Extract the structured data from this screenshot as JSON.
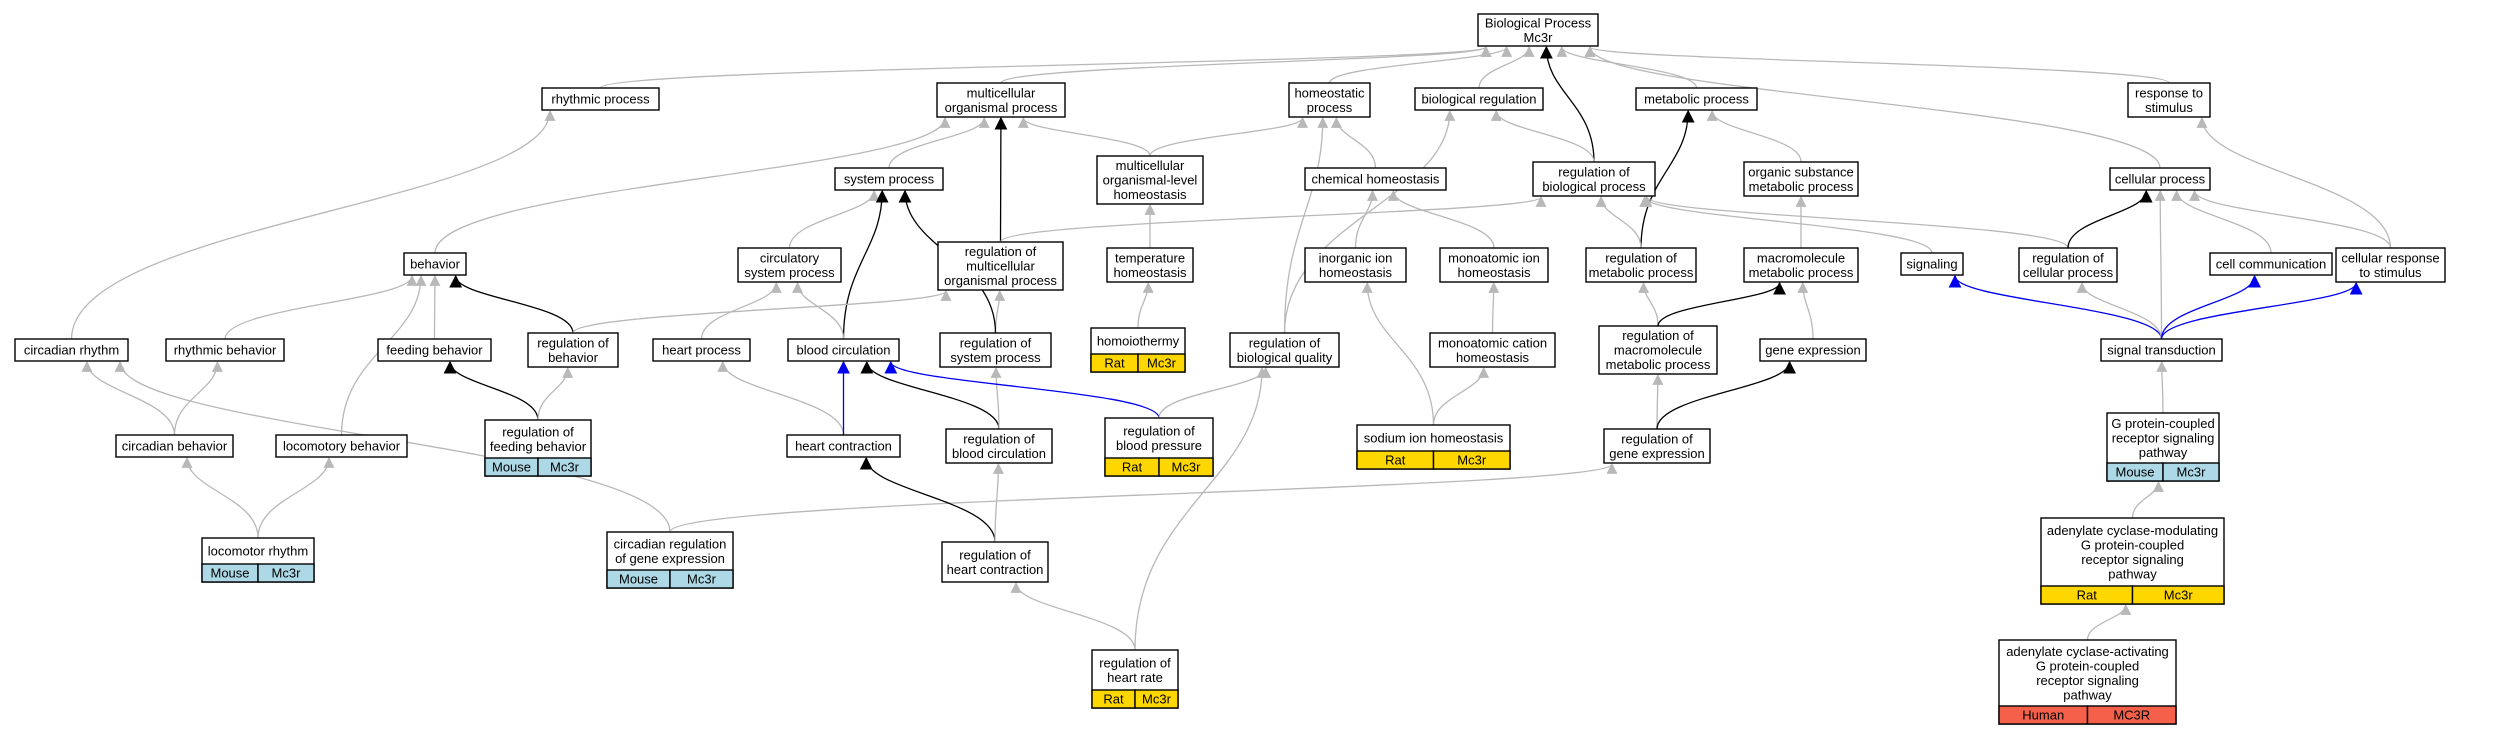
{
  "colors": {
    "gray_edge": "#b8b8b8",
    "black_edge": "#000000",
    "blue_edge": "#0000ee",
    "rat": "#ffd700",
    "mouse": "#add8e6",
    "human": "#f4604a"
  },
  "nodes": [
    {
      "id": "bp",
      "lines": [
        "Biological Process",
        "Mc3r"
      ]
    },
    {
      "id": "rhythmic_process",
      "lines": [
        "rhythmic process"
      ]
    },
    {
      "id": "multicellular_organismal_process",
      "lines": [
        "multicellular",
        "organismal process"
      ]
    },
    {
      "id": "homeostatic_process",
      "lines": [
        "homeostatic",
        "process"
      ]
    },
    {
      "id": "biological_regulation",
      "lines": [
        "biological regulation"
      ]
    },
    {
      "id": "metabolic_process",
      "lines": [
        "metabolic process"
      ]
    },
    {
      "id": "response_to_stimulus",
      "lines": [
        "response to",
        "stimulus"
      ]
    },
    {
      "id": "system_process",
      "lines": [
        "system process"
      ]
    },
    {
      "id": "multicellular_organismal_level_homeostasis",
      "lines": [
        "multicellular",
        "organismal-level",
        "homeostasis"
      ]
    },
    {
      "id": "chemical_homeostasis",
      "lines": [
        "chemical homeostasis"
      ]
    },
    {
      "id": "regulation_of_biological_process",
      "lines": [
        "regulation of",
        "biological process"
      ]
    },
    {
      "id": "organic_substance_metabolic_process",
      "lines": [
        "organic substance",
        "metabolic process"
      ]
    },
    {
      "id": "cellular_process",
      "lines": [
        "cellular process"
      ]
    },
    {
      "id": "behavior",
      "lines": [
        "behavior"
      ]
    },
    {
      "id": "circulatory_system_process",
      "lines": [
        "circulatory",
        "system process"
      ]
    },
    {
      "id": "regulation_of_multicellular_organismal_process",
      "lines": [
        "regulation of",
        "multicellular",
        "organismal process"
      ]
    },
    {
      "id": "temperature_homeostasis",
      "lines": [
        "temperature",
        "homeostasis"
      ]
    },
    {
      "id": "inorganic_ion_homeostasis",
      "lines": [
        "inorganic ion",
        "homeostasis"
      ]
    },
    {
      "id": "monoatomic_ion_homeostasis",
      "lines": [
        "monoatomic ion",
        "homeostasis"
      ]
    },
    {
      "id": "regulation_of_metabolic_process",
      "lines": [
        "regulation of",
        "metabolic process"
      ]
    },
    {
      "id": "macromolecule_metabolic_process",
      "lines": [
        "macromolecule",
        "metabolic process"
      ]
    },
    {
      "id": "signaling",
      "lines": [
        "signaling"
      ]
    },
    {
      "id": "regulation_of_cellular_process",
      "lines": [
        "regulation of",
        "cellular process"
      ]
    },
    {
      "id": "cell_communication",
      "lines": [
        "cell communication"
      ]
    },
    {
      "id": "cellular_response_to_stimulus",
      "lines": [
        "cellular response",
        "to stimulus"
      ]
    },
    {
      "id": "circadian_rhythm",
      "lines": [
        "circadian rhythm"
      ]
    },
    {
      "id": "rhythmic_behavior",
      "lines": [
        "rhythmic behavior"
      ]
    },
    {
      "id": "feeding_behavior",
      "lines": [
        "feeding behavior"
      ]
    },
    {
      "id": "regulation_of_behavior",
      "lines": [
        "regulation of",
        "behavior"
      ]
    },
    {
      "id": "heart_process",
      "lines": [
        "heart process"
      ]
    },
    {
      "id": "blood_circulation",
      "lines": [
        "blood circulation"
      ]
    },
    {
      "id": "regulation_of_system_process",
      "lines": [
        "regulation of",
        "system process"
      ]
    },
    {
      "id": "homoiothermy",
      "lines": [
        "homoiothermy"
      ],
      "tags": [
        {
          "species": "Rat",
          "gene": "Mc3r"
        }
      ]
    },
    {
      "id": "regulation_of_biological_quality",
      "lines": [
        "regulation of",
        "biological quality"
      ]
    },
    {
      "id": "monoatomic_cation_homeostasis",
      "lines": [
        "monoatomic cation",
        "homeostasis"
      ]
    },
    {
      "id": "regulation_of_macromolecule_metabolic_process",
      "lines": [
        "regulation of",
        "macromolecule",
        "metabolic process"
      ]
    },
    {
      "id": "gene_expression",
      "lines": [
        "gene expression"
      ]
    },
    {
      "id": "signal_transduction",
      "lines": [
        "signal transduction"
      ]
    },
    {
      "id": "circadian_behavior",
      "lines": [
        "circadian behavior"
      ]
    },
    {
      "id": "locomotory_behavior",
      "lines": [
        "locomotory behavior"
      ]
    },
    {
      "id": "regulation_of_feeding_behavior",
      "lines": [
        "regulation of",
        "feeding behavior"
      ],
      "tags": [
        {
          "species": "Mouse",
          "gene": "Mc3r"
        }
      ]
    },
    {
      "id": "heart_contraction",
      "lines": [
        "heart contraction"
      ]
    },
    {
      "id": "regulation_of_blood_circulation",
      "lines": [
        "regulation of",
        "blood circulation"
      ]
    },
    {
      "id": "regulation_of_blood_pressure",
      "lines": [
        "regulation of",
        "blood pressure"
      ],
      "tags": [
        {
          "species": "Rat",
          "gene": "Mc3r"
        }
      ]
    },
    {
      "id": "sodium_ion_homeostasis",
      "lines": [
        "sodium ion homeostasis"
      ],
      "tags": [
        {
          "species": "Rat",
          "gene": "Mc3r"
        }
      ]
    },
    {
      "id": "regulation_of_gene_expression",
      "lines": [
        "regulation of",
        "gene expression"
      ]
    },
    {
      "id": "gpcr_signaling_pathway",
      "lines": [
        "G protein-coupled",
        "receptor signaling",
        "pathway"
      ],
      "tags": [
        {
          "species": "Mouse",
          "gene": "Mc3r"
        }
      ]
    },
    {
      "id": "locomotor_rhythm",
      "lines": [
        "locomotor rhythm"
      ],
      "tags": [
        {
          "species": "Mouse",
          "gene": "Mc3r"
        }
      ]
    },
    {
      "id": "circadian_regulation_of_gene_expression",
      "lines": [
        "circadian regulation",
        "of gene expression"
      ],
      "tags": [
        {
          "species": "Mouse",
          "gene": "Mc3r"
        }
      ]
    },
    {
      "id": "regulation_of_heart_contraction",
      "lines": [
        "regulation of",
        "heart contraction"
      ]
    },
    {
      "id": "adenylate_cyclase_modulating_gpcr",
      "lines": [
        "adenylate cyclase-modulating",
        "G protein-coupled",
        "receptor signaling",
        "pathway"
      ],
      "tags": [
        {
          "species": "Rat",
          "gene": "Mc3r"
        }
      ]
    },
    {
      "id": "regulation_of_heart_rate",
      "lines": [
        "regulation of",
        "heart rate"
      ],
      "tags": [
        {
          "species": "Rat",
          "gene": "Mc3r"
        }
      ]
    },
    {
      "id": "adenylate_cyclase_activating_gpcr",
      "lines": [
        "adenylate cyclase-activating",
        "G protein-coupled",
        "receptor signaling",
        "pathway"
      ],
      "tags": [
        {
          "species": "Human",
          "gene": "MC3R"
        }
      ]
    }
  ],
  "edges": [
    {
      "from": "rhythmic_process",
      "to": "bp",
      "type": "is_a"
    },
    {
      "from": "multicellular_organismal_process",
      "to": "bp",
      "type": "is_a"
    },
    {
      "from": "homeostatic_process",
      "to": "bp",
      "type": "is_a"
    },
    {
      "from": "biological_regulation",
      "to": "bp",
      "type": "is_a"
    },
    {
      "from": "metabolic_process",
      "to": "bp",
      "type": "is_a"
    },
    {
      "from": "response_to_stimulus",
      "to": "bp",
      "type": "is_a"
    },
    {
      "from": "cellular_process",
      "to": "bp",
      "type": "is_a"
    },
    {
      "from": "regulation_of_biological_process",
      "to": "bp",
      "type": "regulates"
    },
    {
      "from": "system_process",
      "to": "multicellular_organismal_process",
      "type": "is_a"
    },
    {
      "from": "multicellular_organismal_level_homeostasis",
      "to": "multicellular_organismal_process",
      "type": "is_a"
    },
    {
      "from": "behavior",
      "to": "multicellular_organismal_process",
      "type": "is_a"
    },
    {
      "from": "regulation_of_multicellular_organismal_process",
      "to": "multicellular_organismal_process",
      "type": "regulates"
    },
    {
      "from": "multicellular_organismal_level_homeostasis",
      "to": "homeostatic_process",
      "type": "is_a"
    },
    {
      "from": "chemical_homeostasis",
      "to": "homeostatic_process",
      "type": "is_a"
    },
    {
      "from": "regulation_of_biological_quality",
      "to": "biological_regulation",
      "type": "is_a"
    },
    {
      "from": "regulation_of_biological_process",
      "to": "biological_regulation",
      "type": "is_a"
    },
    {
      "from": "organic_substance_metabolic_process",
      "to": "metabolic_process",
      "type": "is_a"
    },
    {
      "from": "regulation_of_metabolic_process",
      "to": "metabolic_process",
      "type": "regulates"
    },
    {
      "from": "cellular_response_to_stimulus",
      "to": "response_to_stimulus",
      "type": "is_a"
    },
    {
      "from": "circulatory_system_process",
      "to": "system_process",
      "type": "is_a"
    },
    {
      "from": "blood_circulation",
      "to": "system_process",
      "type": "regulates"
    },
    {
      "from": "temperature_homeostasis",
      "to": "multicellular_organismal_level_homeostasis",
      "type": "is_a"
    },
    {
      "from": "inorganic_ion_homeostasis",
      "to": "chemical_homeostasis",
      "type": "is_a"
    },
    {
      "from": "monoatomic_ion_homeostasis",
      "to": "chemical_homeostasis",
      "type": "is_a"
    },
    {
      "from": "regulation_of_metabolic_process",
      "to": "regulation_of_biological_process",
      "type": "is_a"
    },
    {
      "from": "regulation_of_cellular_process",
      "to": "regulation_of_biological_process",
      "type": "is_a"
    },
    {
      "from": "regulation_of_multicellular_organismal_process",
      "to": "regulation_of_biological_process",
      "type": "is_a"
    },
    {
      "from": "macromolecule_metabolic_process",
      "to": "organic_substance_metabolic_process",
      "type": "is_a"
    },
    {
      "from": "regulation_of_cellular_process",
      "to": "cellular_process",
      "type": "regulates"
    },
    {
      "from": "signal_transduction",
      "to": "cellular_process",
      "type": "is_a"
    },
    {
      "from": "cell_communication",
      "to": "cellular_process",
      "type": "is_a"
    },
    {
      "from": "cellular_response_to_stimulus",
      "to": "cellular_process",
      "type": "is_a"
    },
    {
      "from": "rhythmic_behavior",
      "to": "behavior",
      "type": "is_a"
    },
    {
      "from": "feeding_behavior",
      "to": "behavior",
      "type": "is_a"
    },
    {
      "from": "locomotory_behavior",
      "to": "behavior",
      "type": "is_a"
    },
    {
      "from": "regulation_of_behavior",
      "to": "behavior",
      "type": "regulates"
    },
    {
      "from": "heart_process",
      "to": "circulatory_system_process",
      "type": "is_a"
    },
    {
      "from": "blood_circulation",
      "to": "circulatory_system_process",
      "type": "is_a"
    },
    {
      "from": "regulation_of_system_process",
      "to": "regulation_of_multicellular_organismal_process",
      "type": "is_a"
    },
    {
      "from": "regulation_of_behavior",
      "to": "regulation_of_multicellular_organismal_process",
      "type": "is_a"
    },
    {
      "from": "homoiothermy",
      "to": "temperature_homeostasis",
      "type": "is_a"
    },
    {
      "from": "sodium_ion_homeostasis",
      "to": "inorganic_ion_homeostasis",
      "type": "is_a"
    },
    {
      "from": "monoatomic_cation_homeostasis",
      "to": "monoatomic_ion_homeostasis",
      "type": "is_a"
    },
    {
      "from": "regulation_of_macromolecule_metabolic_process",
      "to": "regulation_of_metabolic_process",
      "type": "is_a"
    },
    {
      "from": "regulation_of_macromolecule_metabolic_process",
      "to": "macromolecule_metabolic_process",
      "type": "regulates"
    },
    {
      "from": "gene_expression",
      "to": "macromolecule_metabolic_process",
      "type": "is_a"
    },
    {
      "from": "signal_transduction",
      "to": "signaling",
      "type": "part_of"
    },
    {
      "from": "signal_transduction",
      "to": "regulation_of_cellular_process",
      "type": "is_a"
    },
    {
      "from": "signal_transduction",
      "to": "cell_communication",
      "type": "part_of"
    },
    {
      "from": "signal_transduction",
      "to": "cellular_response_to_stimulus",
      "type": "part_of"
    },
    {
      "from": "signaling",
      "to": "regulation_of_biological_process",
      "type": "is_a"
    },
    {
      "from": "circadian_behavior",
      "to": "circadian_rhythm",
      "type": "is_a"
    },
    {
      "from": "circadian_behavior",
      "to": "rhythmic_behavior",
      "type": "is_a"
    },
    {
      "from": "circadian_rhythm",
      "to": "rhythmic_process",
      "type": "is_a"
    },
    {
      "from": "regulation_of_feeding_behavior",
      "to": "feeding_behavior",
      "type": "regulates"
    },
    {
      "from": "regulation_of_feeding_behavior",
      "to": "regulation_of_behavior",
      "type": "is_a"
    },
    {
      "from": "heart_contraction",
      "to": "heart_process",
      "type": "is_a"
    },
    {
      "from": "heart_contraction",
      "to": "blood_circulation",
      "type": "part_of"
    },
    {
      "from": "regulation_of_blood_circulation",
      "to": "blood_circulation",
      "type": "regulates"
    },
    {
      "from": "regulation_of_blood_circulation",
      "to": "regulation_of_system_process",
      "type": "is_a"
    },
    {
      "from": "regulation_of_system_process",
      "to": "system_process",
      "type": "regulates"
    },
    {
      "from": "regulation_of_blood_pressure",
      "to": "blood_circulation",
      "type": "part_of"
    },
    {
      "from": "regulation_of_blood_pressure",
      "to": "regulation_of_biological_quality",
      "type": "is_a"
    },
    {
      "from": "regulation_of_biological_quality",
      "to": "homeostatic_process",
      "type": "is_a"
    },
    {
      "from": "sodium_ion_homeostasis",
      "to": "monoatomic_cation_homeostasis",
      "type": "is_a"
    },
    {
      "from": "regulation_of_gene_expression",
      "to": "regulation_of_macromolecule_metabolic_process",
      "type": "is_a"
    },
    {
      "from": "regulation_of_gene_expression",
      "to": "gene_expression",
      "type": "regulates"
    },
    {
      "from": "gpcr_signaling_pathway",
      "to": "signal_transduction",
      "type": "is_a"
    },
    {
      "from": "locomotor_rhythm",
      "to": "circadian_behavior",
      "type": "is_a"
    },
    {
      "from": "locomotor_rhythm",
      "to": "locomotory_behavior",
      "type": "is_a"
    },
    {
      "from": "circadian_regulation_of_gene_expression",
      "to": "circadian_rhythm",
      "type": "is_a"
    },
    {
      "from": "circadian_regulation_of_gene_expression",
      "to": "regulation_of_gene_expression",
      "type": "is_a"
    },
    {
      "from": "regulation_of_heart_contraction",
      "to": "heart_contraction",
      "type": "regulates"
    },
    {
      "from": "regulation_of_heart_contraction",
      "to": "regulation_of_blood_circulation",
      "type": "is_a"
    },
    {
      "from": "adenylate_cyclase_modulating_gpcr",
      "to": "gpcr_signaling_pathway",
      "type": "is_a"
    },
    {
      "from": "regulation_of_heart_rate",
      "to": "regulation_of_heart_contraction",
      "type": "is_a"
    },
    {
      "from": "regulation_of_heart_rate",
      "to": "regulation_of_biological_quality",
      "type": "is_a"
    },
    {
      "from": "adenylate_cyclase_activating_gpcr",
      "to": "adenylate_cyclase_modulating_gpcr",
      "type": "is_a"
    }
  ]
}
